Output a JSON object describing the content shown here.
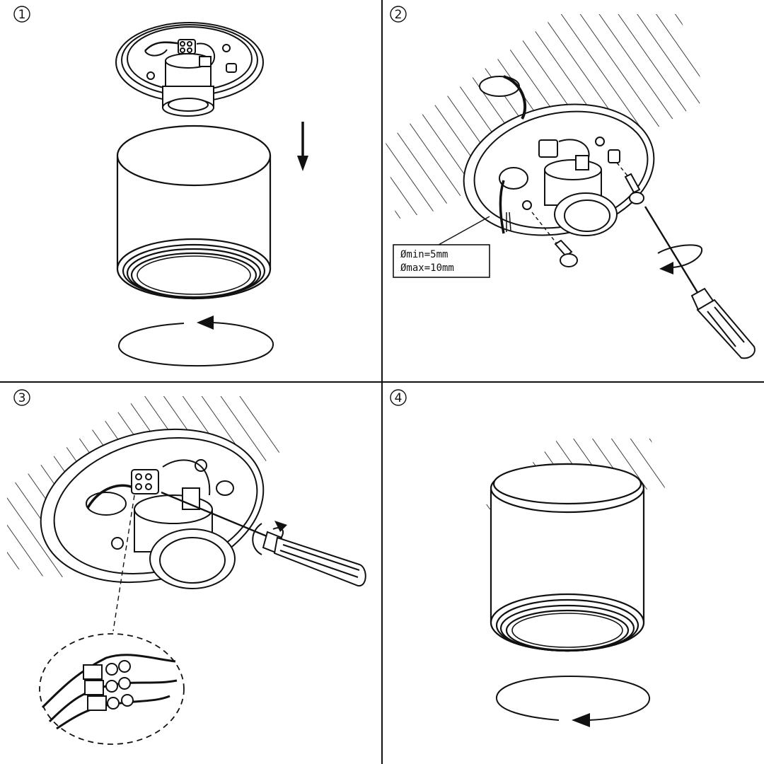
{
  "panels": [
    {
      "number": "1"
    },
    {
      "number": "2",
      "spec_lines": [
        "Ømin=5mm",
        "Ømax=10mm"
      ]
    },
    {
      "number": "3"
    },
    {
      "number": "4"
    }
  ],
  "colors": {
    "line": "#111111",
    "background": "#ffffff"
  }
}
